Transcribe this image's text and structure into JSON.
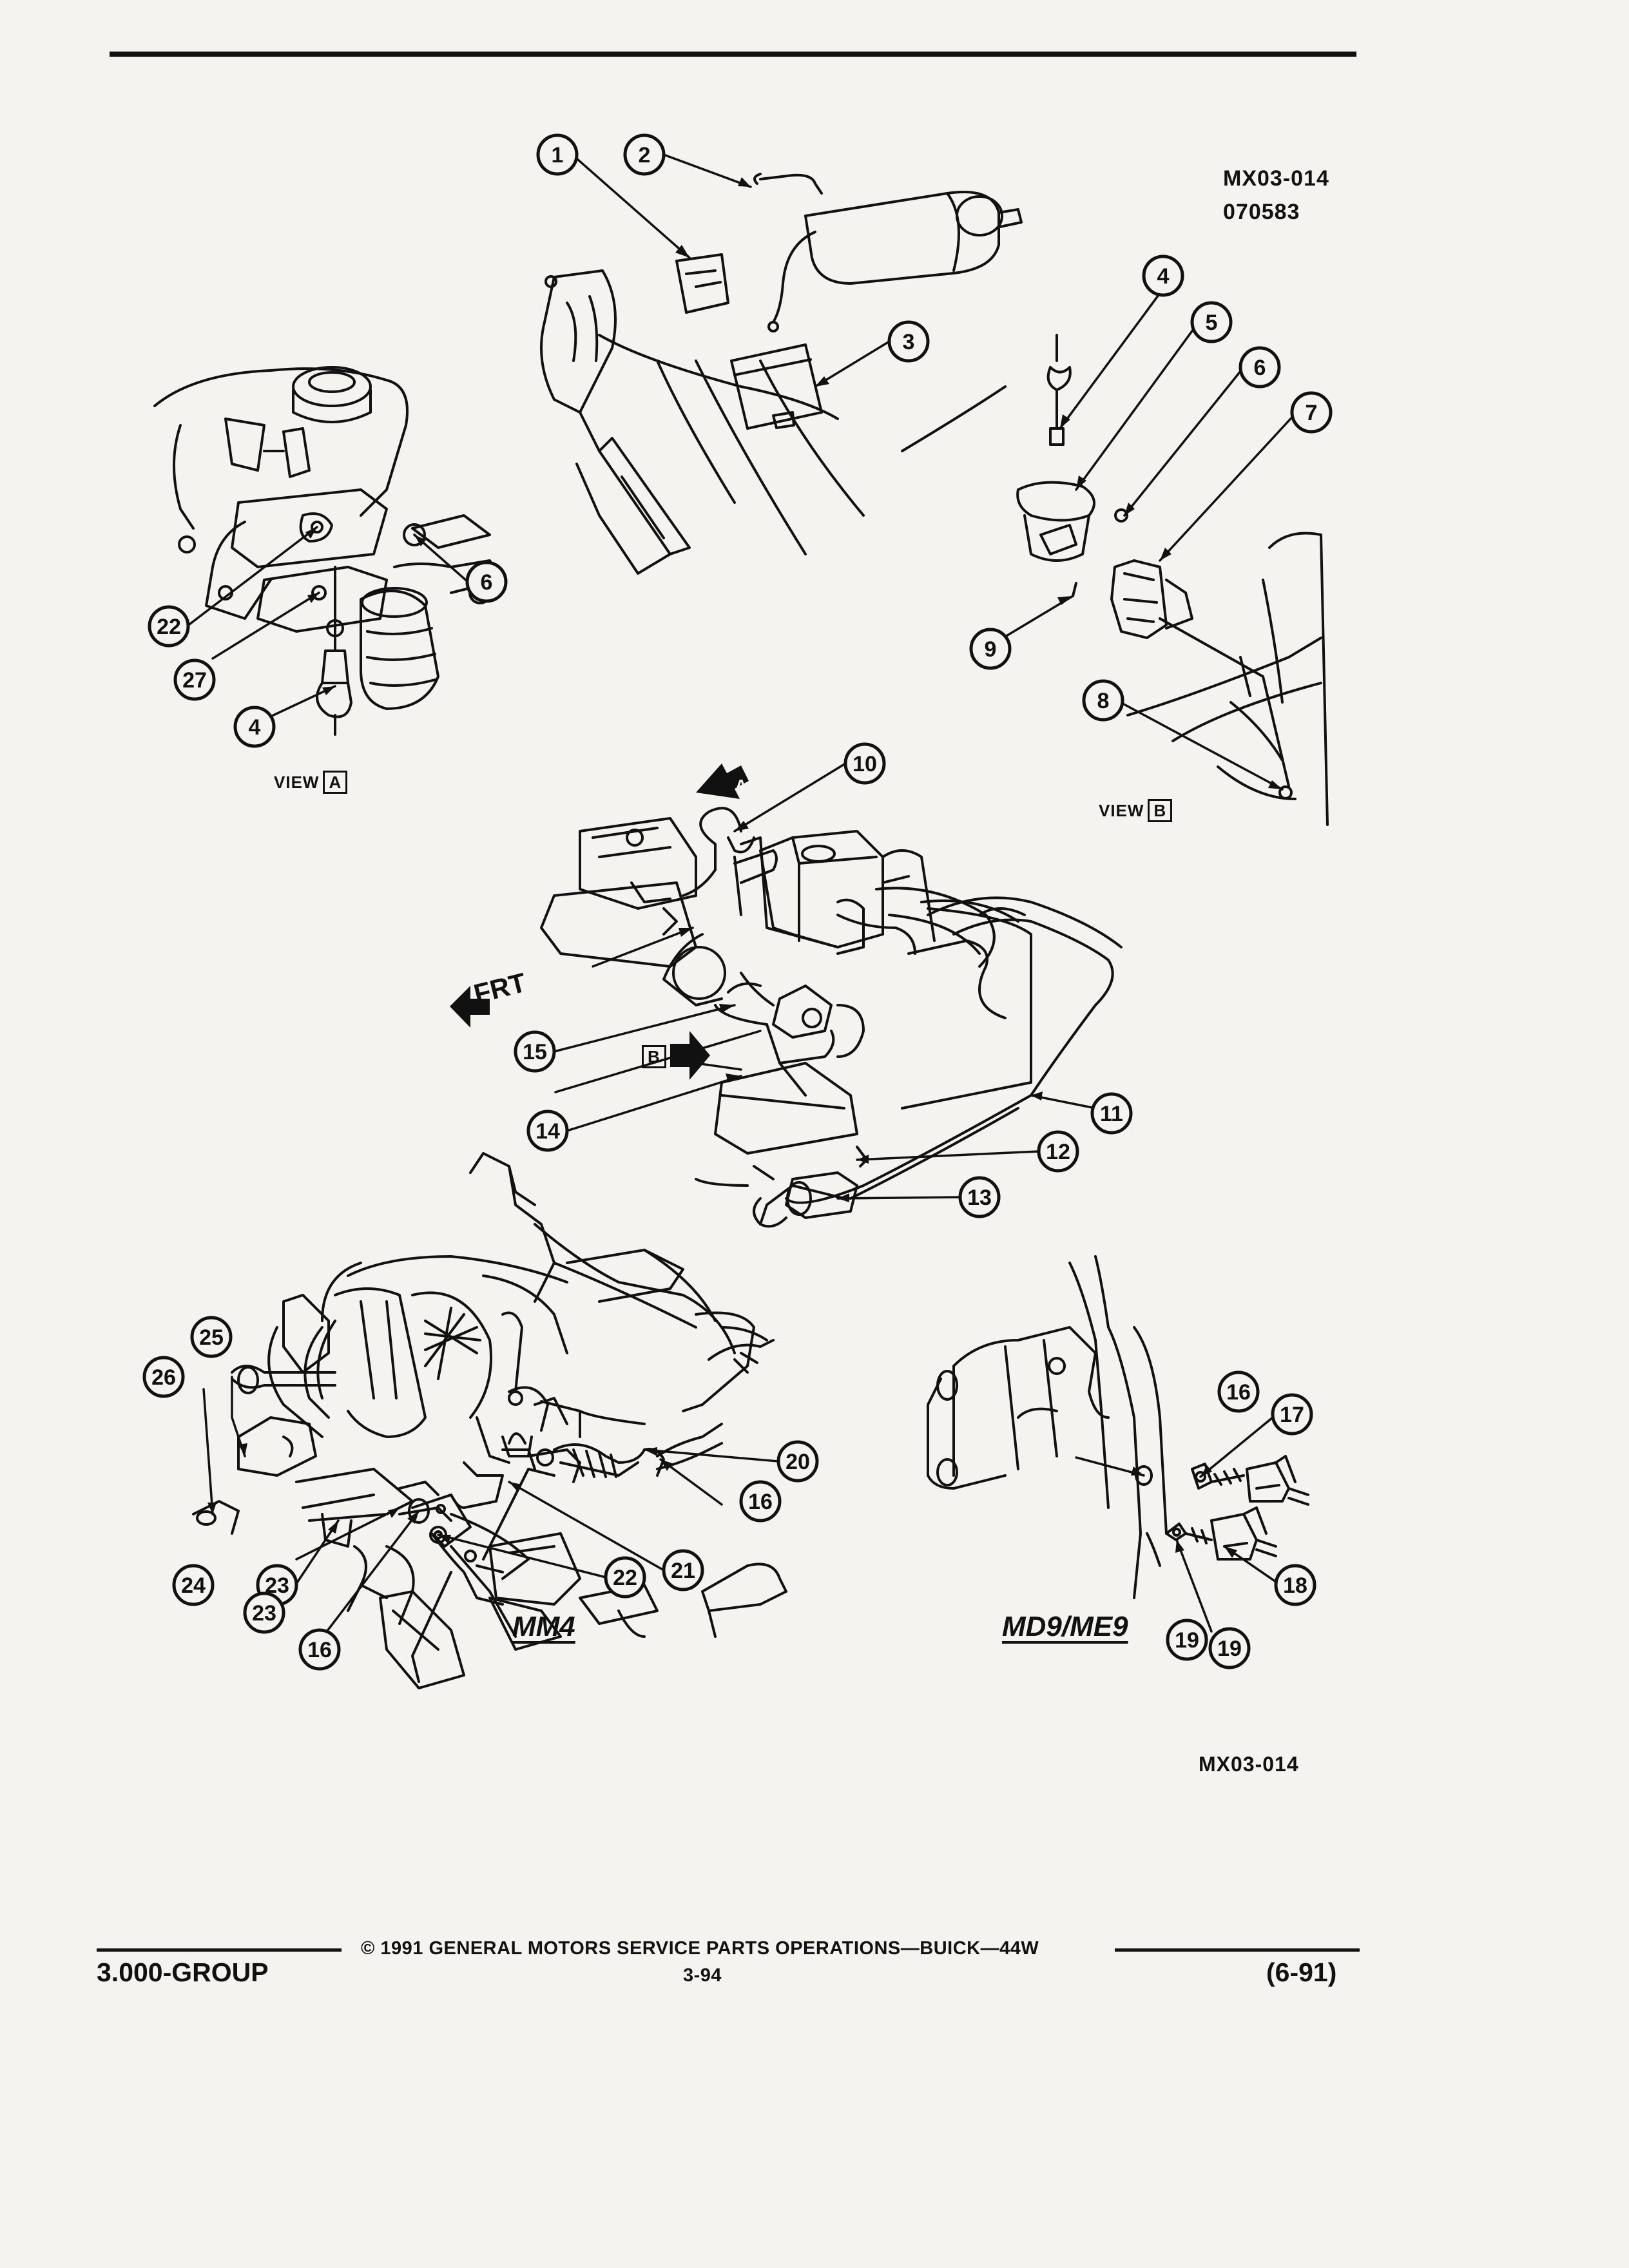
{
  "header": {
    "figure_code": "MX03-014",
    "figure_number": "070583"
  },
  "views": {
    "view_word": "VIEW",
    "view_a_letter": "A",
    "view_b_letter": "B",
    "frt_label": "FRT",
    "arrow_a_letter": "A",
    "arrow_b_letter": "B"
  },
  "variants": {
    "left": "MM4",
    "right": "MD9/ME9"
  },
  "figure_code_bottom": "MX03-014",
  "callouts": [
    "1",
    "2",
    "3",
    "4",
    "5",
    "6",
    "7",
    "8",
    "9",
    "10",
    "11",
    "12",
    "13",
    "14",
    "15",
    "16",
    "17",
    "18",
    "19",
    "20",
    "21",
    "22",
    "23",
    "24",
    "25",
    "26",
    "27"
  ],
  "footer": {
    "copyright": "© 1991 GENERAL MOTORS SERVICE PARTS OPERATIONS—BUICK—44W",
    "page": "3-94",
    "group": "3.000-GROUP",
    "date": "(6-91)"
  },
  "colors": {
    "ink": "#111111",
    "paper": "#f4f3ef"
  }
}
